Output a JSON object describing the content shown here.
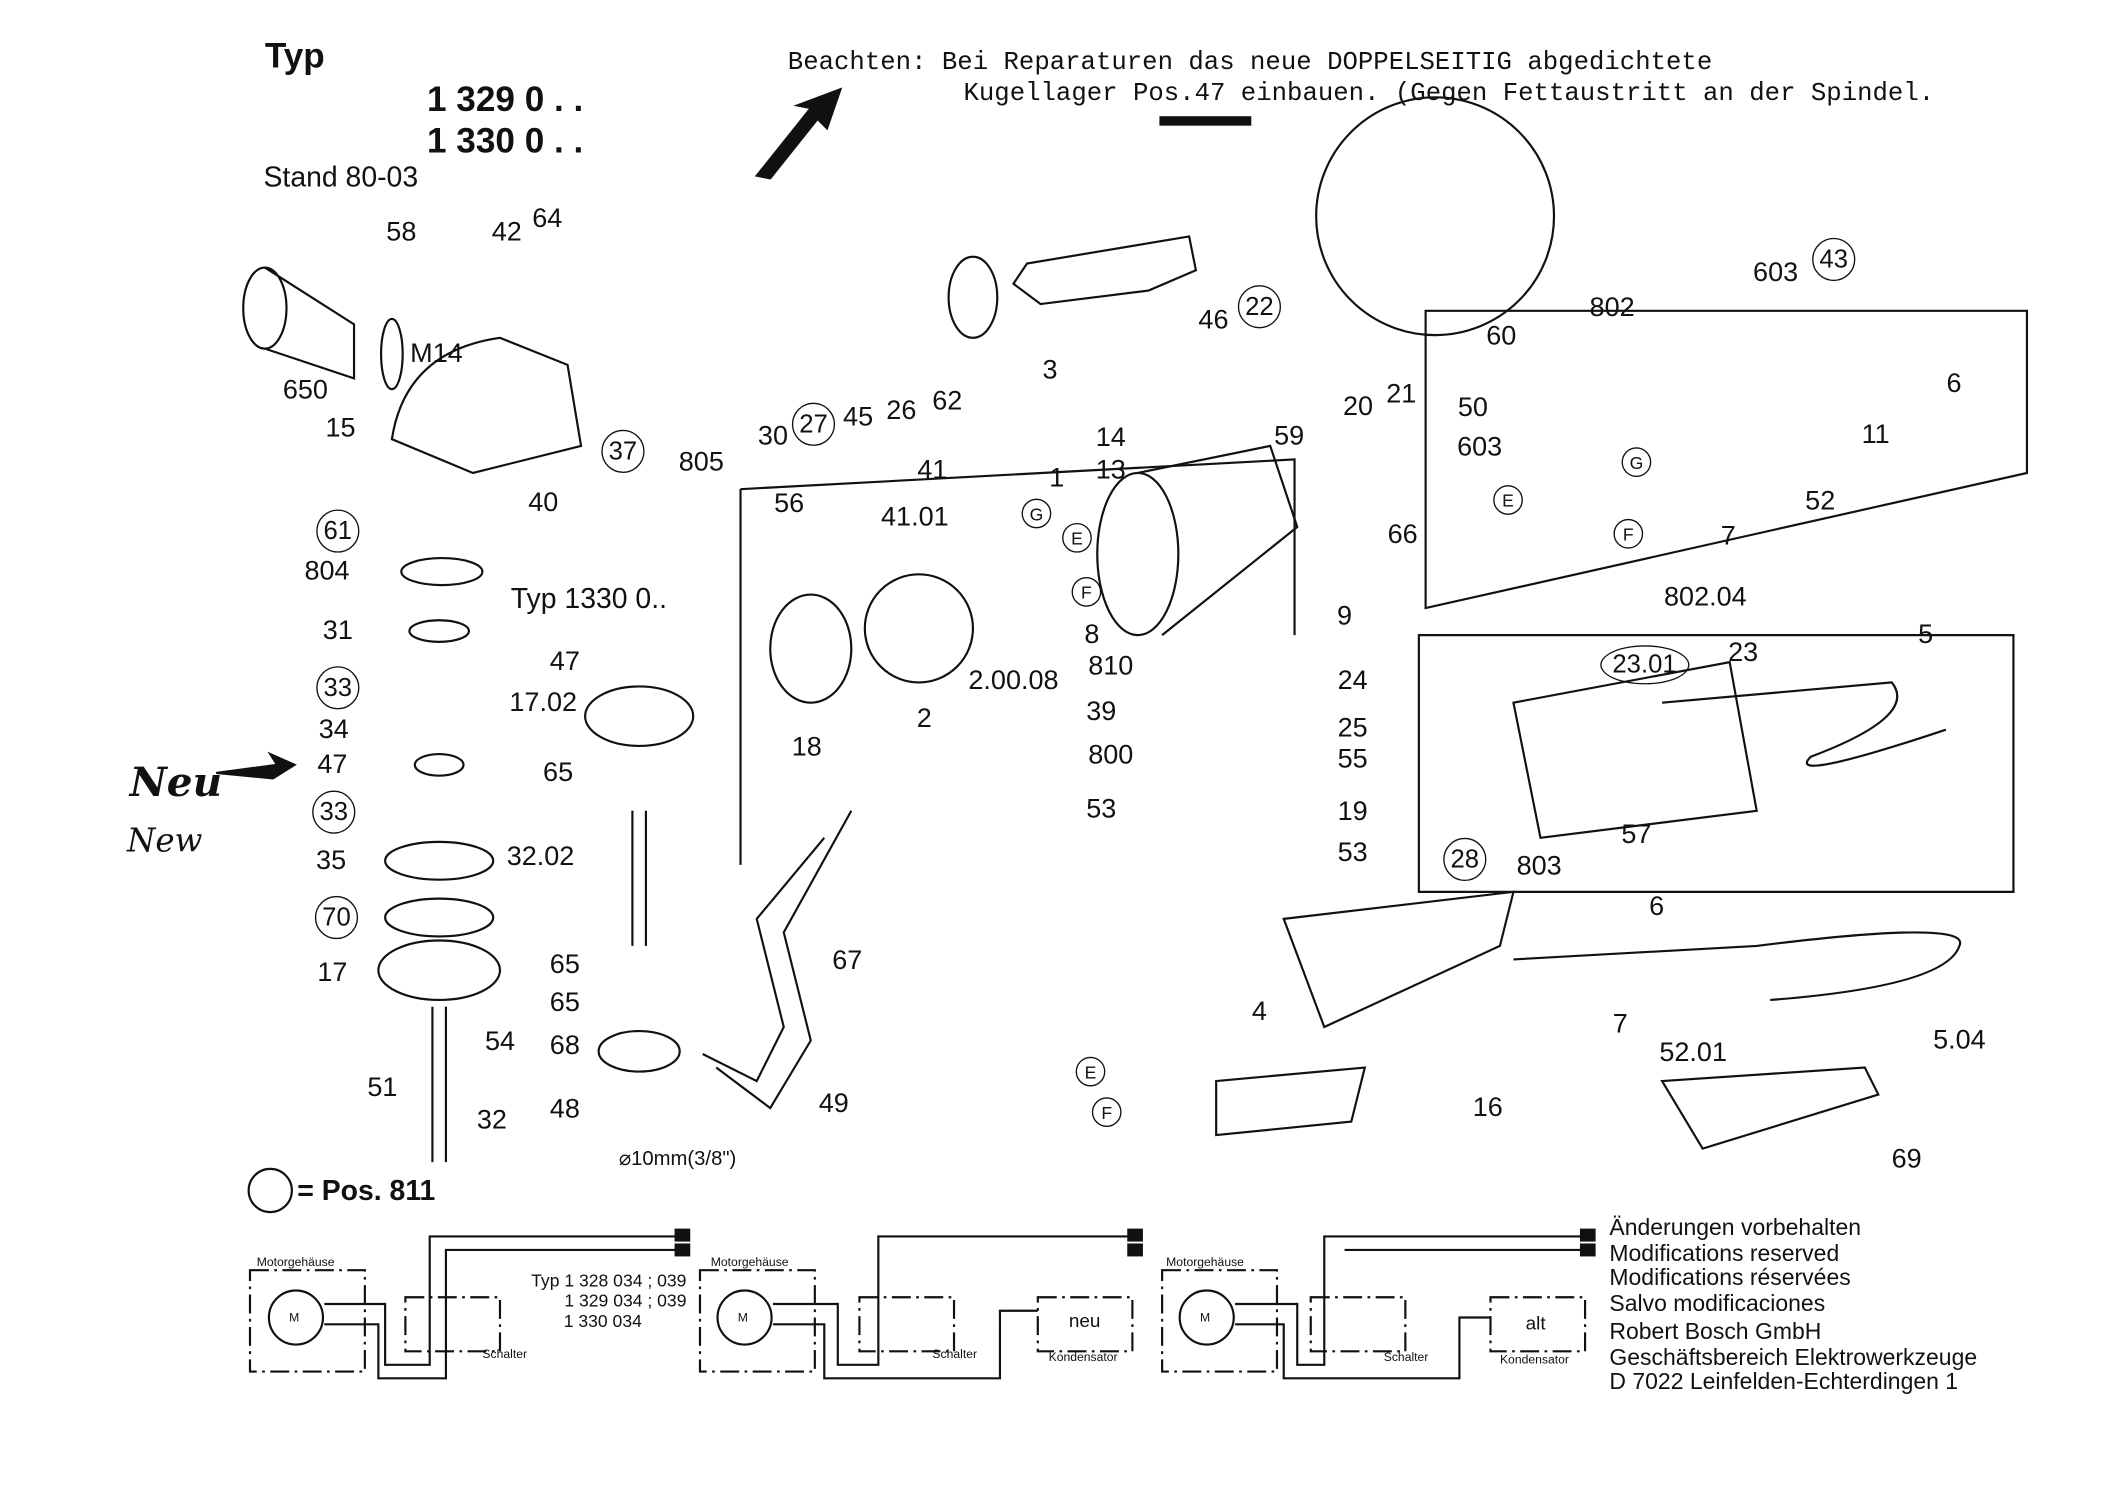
{
  "header": {
    "typ": "Typ",
    "models": [
      "1 329 0 . .",
      "1 330 0 . ."
    ],
    "stand": "Stand 80-03"
  },
  "note": {
    "line1": "Beachten: Bei Reparaturen das neue DOPPELSEITIG abgedichtete",
    "line2": "Kugellager Pos.47 einbauen. (Gegen Fettaustritt an der Spindel."
  },
  "handwritten": {
    "neu": "Neu",
    "new": "New"
  },
  "legend": {
    "text": "= Pos. 811"
  },
  "sub_type": "Typ  1330 0..",
  "hose_size": "⌀10mm(3/8\")",
  "part_labels": [
    "58",
    "42",
    "64",
    "650",
    "M14",
    "15",
    "37",
    "805",
    "30",
    "27",
    "45",
    "26",
    "62",
    "3",
    "46",
    "22",
    "40",
    "61",
    "804",
    "31",
    "47",
    "17.02",
    "33",
    "34",
    "47",
    "65",
    "33",
    "35",
    "32.02",
    "70",
    "17",
    "65",
    "67",
    "65",
    "54",
    "68",
    "51",
    "48",
    "49",
    "32",
    "56",
    "41",
    "41.01",
    "1",
    "14",
    "13",
    "59",
    "18",
    "2",
    "2.00.08",
    "8",
    "810",
    "39",
    "800",
    "53",
    "24",
    "25",
    "55",
    "19",
    "53",
    "9",
    "20",
    "21",
    "66",
    "60",
    "50",
    "603",
    "802",
    "603",
    "43",
    "6",
    "11",
    "52",
    "7",
    "802.04",
    "5",
    "23",
    "23.01",
    "28",
    "803",
    "57",
    "6",
    "4",
    "7",
    "52.01",
    "5.04",
    "16",
    "69"
  ],
  "connector_letters": [
    "G",
    "E",
    "F",
    "G",
    "E",
    "F",
    "E",
    "F"
  ],
  "wiring": {
    "motor_housing": "Motorgehäuse",
    "motor": "M",
    "switch": "Schalter",
    "capacitor": "Kondensator",
    "new_cap": "neu",
    "old_cap": "alt",
    "types": [
      "Typ 1 328 034 ; 039",
      "1 329 034 ; 039",
      "1 330 034"
    ]
  },
  "footer": {
    "disclaimers": [
      "Änderungen vorbehalten",
      "Modifications reserved",
      "Modifications réservées",
      "Salvo modificaciones"
    ],
    "company": [
      "Robert Bosch GmbH",
      "Geschäftsbereich Elektrowerkzeuge",
      "D 7022 Leinfelden-Echterdingen 1"
    ]
  }
}
